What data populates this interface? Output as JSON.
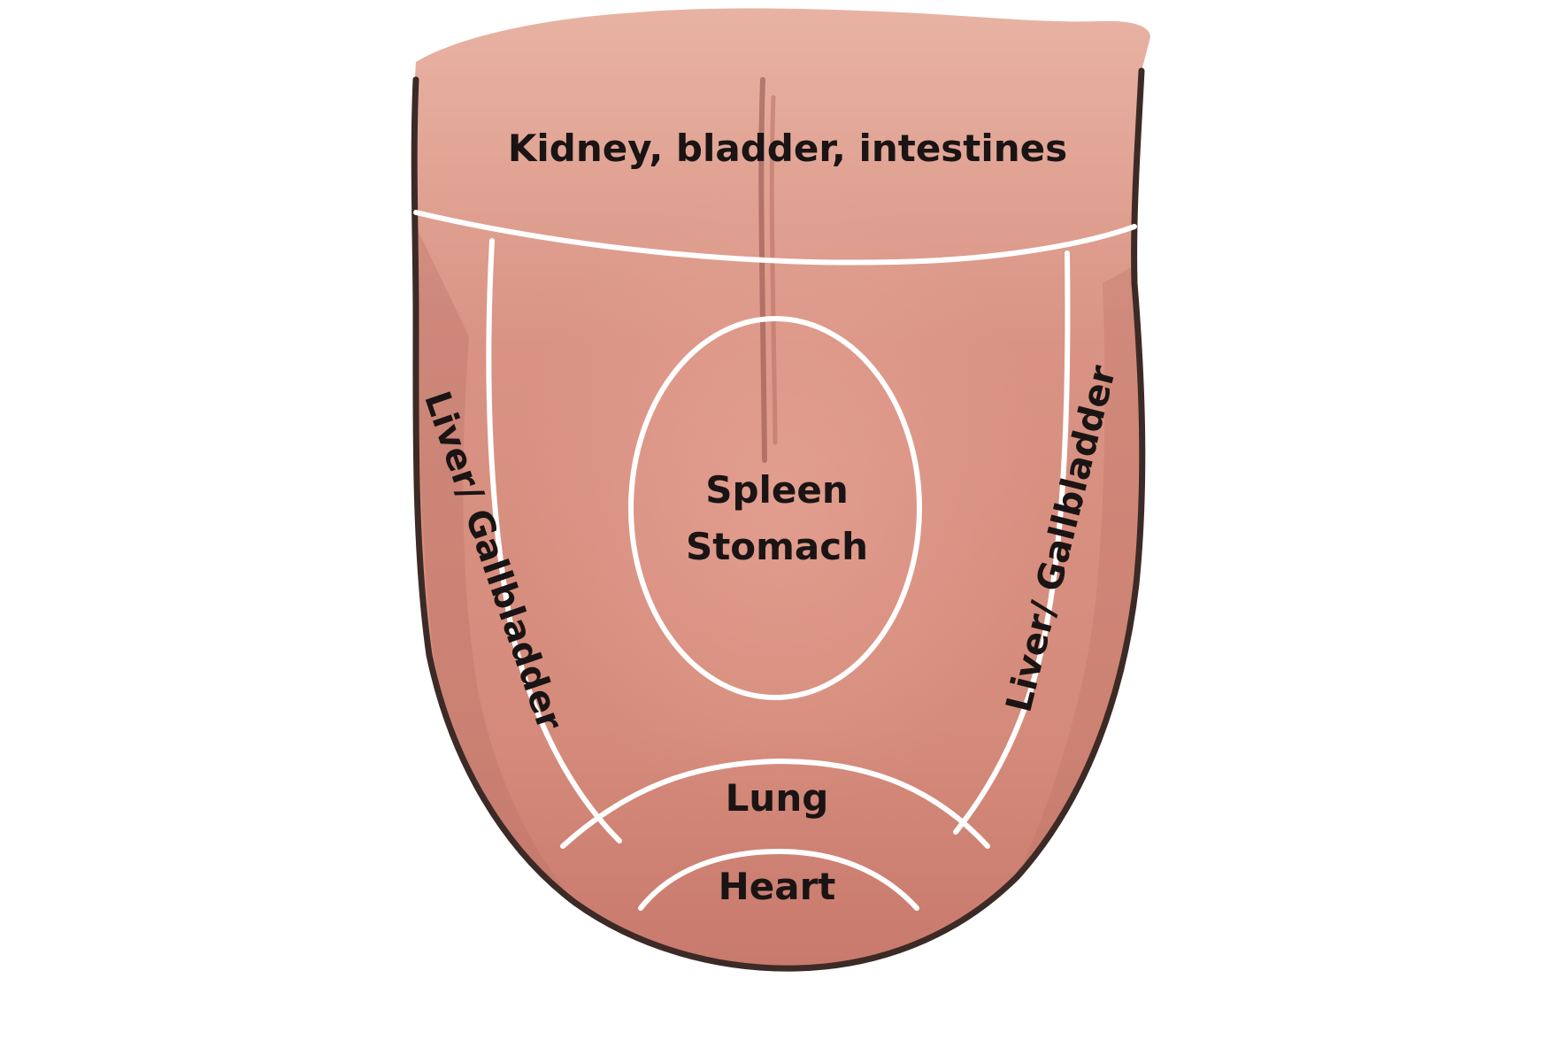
{
  "colors": {
    "tongue_base": "#d89482",
    "tongue_light": "#e6aa98",
    "tongue_dark": "#b86f63",
    "outline": "#3c2a26",
    "zone_lines": "#ffffff",
    "label_text": "#1a1414"
  },
  "zones": {
    "kidney": {
      "label": "Kidney, bladder, intestines"
    },
    "liver_left": {
      "label": "Liver/ Gallbladder"
    },
    "liver_right": {
      "label": "Liver/ Gallbladder"
    },
    "spleen": {
      "line1": "Spleen",
      "line2": "Stomach"
    },
    "lung": {
      "label": "Lung"
    },
    "heart": {
      "label": "Heart"
    }
  }
}
